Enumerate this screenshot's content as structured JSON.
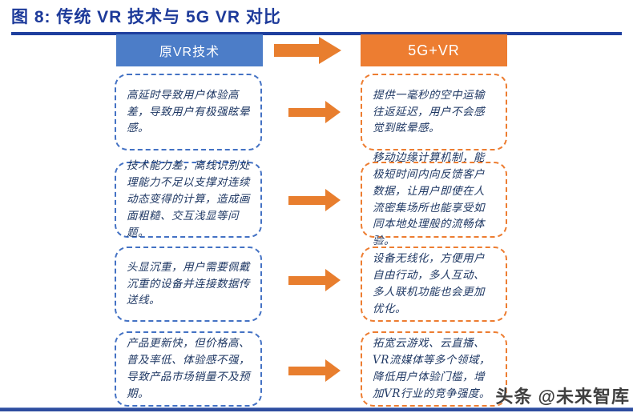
{
  "figure": {
    "title": "图 8:  传统 VR 技术与 5G VR 对比",
    "watermark": "头条 @未来智库"
  },
  "headers": {
    "left": "原VR技术",
    "right": "5G+VR"
  },
  "rows": [
    {
      "left": "高延时导致用户体验高差，导致用户有极强眩晕感。",
      "right": "提供一毫秒的空中运输往返延迟，用户不会感觉到眩晕感。"
    },
    {
      "left": "技术能力差，离线识别处理能力不足以支撑对连续动态变得的计算，造成画面粗糙、交互浅显等问题。",
      "right": "移动边缘计算机制，能极短时间内向反馈客户数据，让用户即使在人流密集场所也能享受如同本地处理般的流畅体验。"
    },
    {
      "left": "头显沉重，用户需要佩戴沉重的设备并连接数据传送线。",
      "right": "设备无线化，方便用户自由行动，多人互动、多人联机功能也会更加优化。"
    },
    {
      "left": "产品更新快，但价格高、普及率低、体验感不强，导致产品市场销量不及预期。",
      "right": "拓宽云游戏、云直播、VR流媒体等多个领域，降低用户体验门槛，增加VR行业的竞争强度。"
    }
  ],
  "colors": {
    "title_navy": "#1d3a9a",
    "header_blue": "#4c7dc8",
    "header_orange": "#ed7d31",
    "dashed_blue": "#4472c4",
    "dashed_orange": "#ed7d31",
    "arrow_orange": "#e87e2e",
    "body_text_navy": "#1f3864",
    "bottom_bar_navy": "#2e4d9f"
  }
}
